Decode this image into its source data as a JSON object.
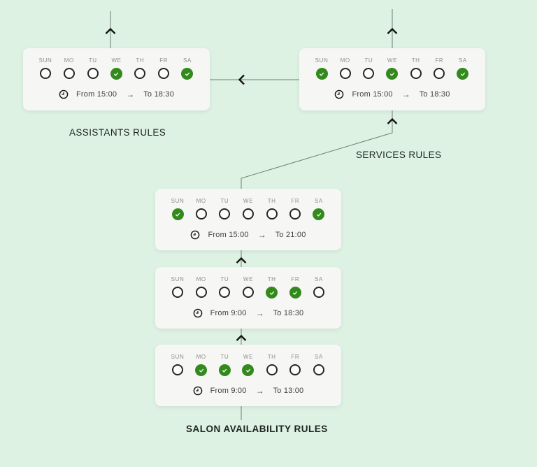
{
  "colors": {
    "background": "#def2e4",
    "card_background": "#f6f6f4",
    "accent_green": "#338a1c",
    "circle_border": "#262626",
    "day_label": "#8c908c",
    "time_text": "#3f433f",
    "heading_text": "#1c231d",
    "connector_line": "#6f7f72",
    "arrowhead": "#141414"
  },
  "days": [
    "SUN",
    "MO",
    "TU",
    "WE",
    "TH",
    "FR",
    "SA"
  ],
  "time_arrow": "→",
  "cards": [
    {
      "name": "assistants-rules-card",
      "checked": [
        false,
        false,
        false,
        true,
        false,
        false,
        true
      ],
      "from": "From 15:00",
      "to": "To 18:30"
    },
    {
      "name": "services-rules-card",
      "checked": [
        true,
        false,
        false,
        true,
        false,
        false,
        true
      ],
      "from": "From 15:00",
      "to": "To 18:30"
    },
    {
      "name": "salon-rule-card-1",
      "checked": [
        true,
        false,
        false,
        false,
        false,
        false,
        true
      ],
      "from": "From 15:00",
      "to": "To 21:00"
    },
    {
      "name": "salon-rule-card-2",
      "checked": [
        false,
        false,
        false,
        false,
        true,
        true,
        false
      ],
      "from": "From 9:00",
      "to": "To 18:30"
    },
    {
      "name": "salon-rule-card-3",
      "checked": [
        false,
        true,
        true,
        true,
        false,
        false,
        false
      ],
      "from": "From 9:00",
      "to": "To 13:00"
    }
  ],
  "labels": {
    "assistants": "ASSISTANTS RULES",
    "services": "SERVICES RULES",
    "salon": "SALON AVAILABILITY RULES"
  }
}
